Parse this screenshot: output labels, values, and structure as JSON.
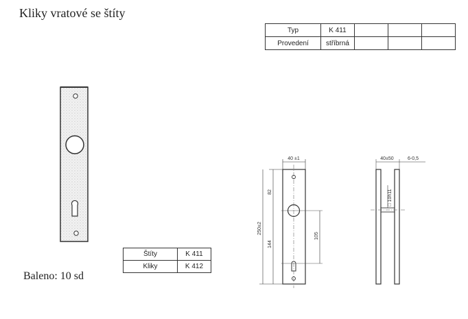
{
  "title": "Kliky vratové se štíty",
  "spec_table": {
    "rows": [
      {
        "label": "Typ",
        "value": "K 411",
        "extra": [
          "",
          "",
          ""
        ]
      },
      {
        "label": "Provedení",
        "value": "stříbrná",
        "extra": [
          "",
          "",
          ""
        ]
      }
    ]
  },
  "components_table": {
    "rows": [
      {
        "label": "Štíty",
        "value": "K 411"
      },
      {
        "label": "Kliky",
        "value": "K 412"
      }
    ]
  },
  "package": "Baleno: 10 sd",
  "dimensions": {
    "width": "40 ±1",
    "top_offset": "82",
    "length": "250±2",
    "handle_to_key": "105",
    "lower": "144",
    "side_width": "40±50",
    "side_thickness": "6-0,5",
    "square": "□ 10h11"
  }
}
